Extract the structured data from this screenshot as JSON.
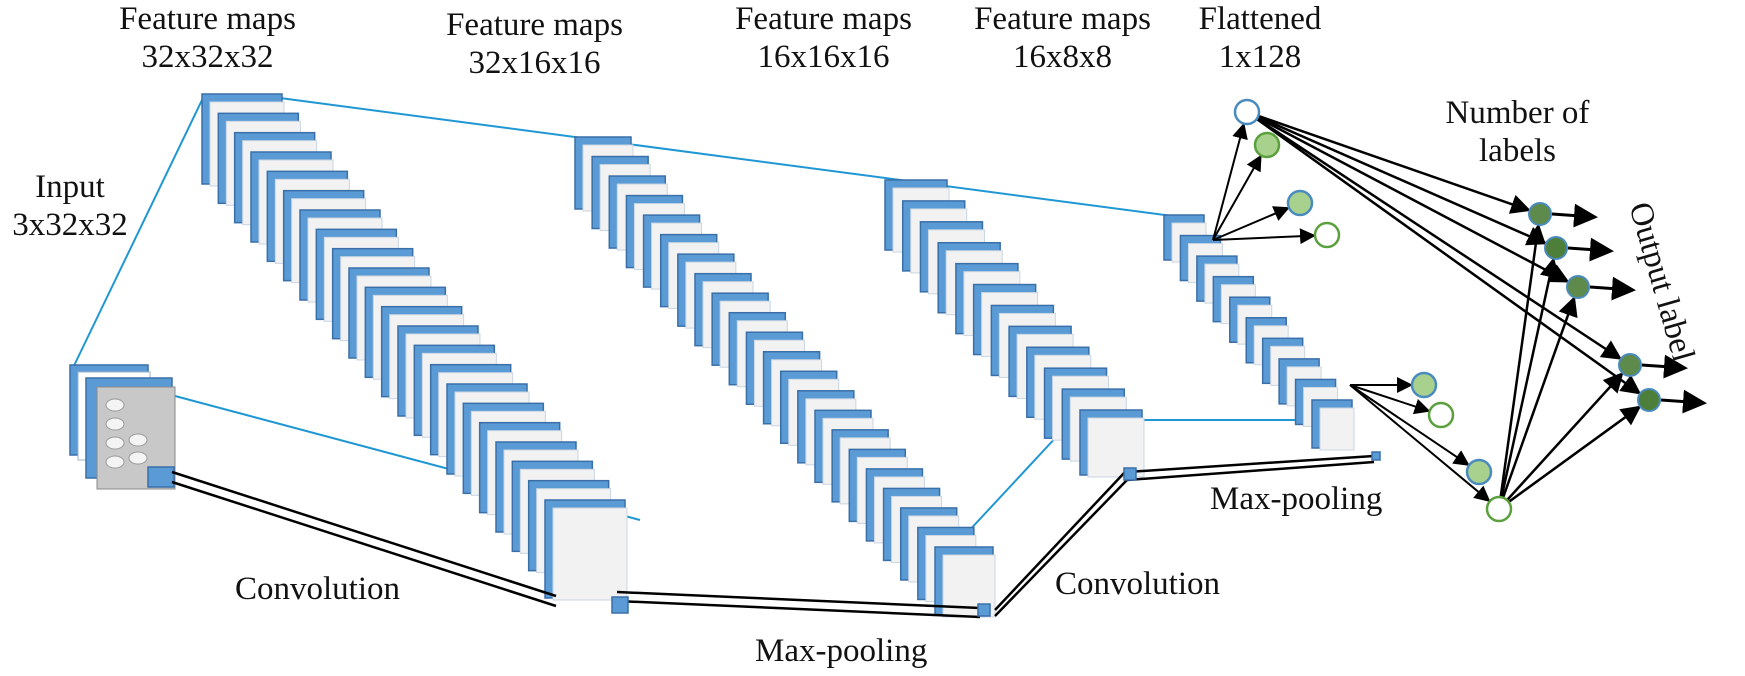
{
  "labels": {
    "input": {
      "line1": "Input",
      "line2": "3x32x32"
    },
    "fm1": {
      "line1": "Feature maps",
      "line2": "32x32x32"
    },
    "fm2": {
      "line1": "Feature maps",
      "line2": "32x16x16"
    },
    "fm3": {
      "line1": "Feature maps",
      "line2": "16x16x16"
    },
    "fm4": {
      "line1": "Feature maps",
      "line2": "16x8x8"
    },
    "flattened": {
      "line1": "Flattened",
      "line2": "1x128"
    },
    "num_labels": {
      "line1": "Number of",
      "line2": "labels"
    },
    "output_label": "Output label",
    "convolution_1": "Convolution",
    "convolution_2": "Convolution",
    "maxpool_1": "Max-pooling",
    "maxpool_2": "Max-pooling"
  },
  "colors": {
    "map_blue": "#5b9bd5",
    "map_border": "#3a6fa8",
    "map_face": "#f2f2f2",
    "connector": "#1f97d4",
    "node_fill": "#a9d18e",
    "node_dark": "#4e7f3a",
    "node_stroke": "#4a8bbf",
    "node_green_stroke": "#5aa03c",
    "arrow": "#000000"
  }
}
